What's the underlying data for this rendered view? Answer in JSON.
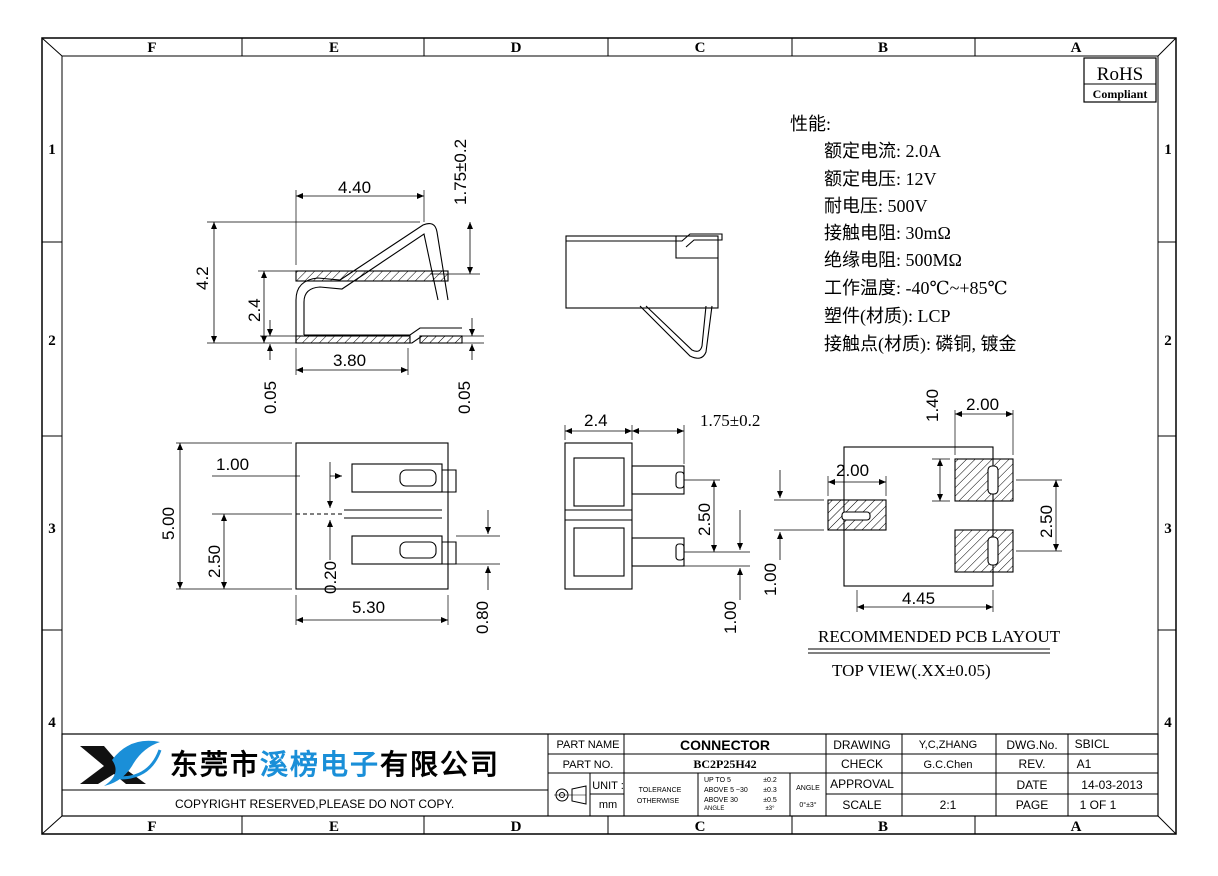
{
  "frame": {
    "columns": [
      "F",
      "E",
      "D",
      "C",
      "B",
      "A"
    ],
    "rows": [
      "1",
      "2",
      "3",
      "4"
    ]
  },
  "rohs": {
    "line1": "RoHS",
    "line2": "Compliant"
  },
  "spec": {
    "heading": "性能:",
    "lines": [
      "额定电流: 2.0A",
      "额定电压: 12V",
      "耐电压: 500V",
      "接触电阻: 30mΩ",
      "绝缘电阻: 500MΩ",
      "工作温度: -40℃~+85℃",
      "塑件(材质): LCP",
      "接触点(材质): 磷铜, 镀金"
    ]
  },
  "dims": {
    "side_width": "4.40",
    "side_height_total": "4.2",
    "side_height_inner": "2.4",
    "side_tol_top": "1.75±0.2",
    "side_base": "3.80",
    "side_thick_left": "0.05",
    "side_thick_right": "0.05",
    "top_gap": "1.00",
    "top_height": "5.00",
    "top_pitch": "2.50",
    "top_slot": "0.20",
    "top_length": "5.30",
    "top_pad": "0.80",
    "front_width": "2.4",
    "front_tol": "1.75±0.2",
    "front_pitch": "2.50",
    "front_pad": "1.00",
    "pcb_pad_h": "1.40",
    "pcb_pad_w_right": "2.00",
    "pcb_pad_w_left": "2.00",
    "pcb_pitch": "2.50",
    "pcb_pad_left_h": "1.00",
    "pcb_span": "4.45"
  },
  "pcb_title": {
    "line1": "RECOMMENDED PCB LAYOUT",
    "line2": "TOP VIEW(.XX±0.05)"
  },
  "title_block": {
    "company": "东莞市溪榜电子有限公司",
    "company_blue": "溪榜电子",
    "copyright": "COPYRIGHT RESERVED,PLEASE DO NOT COPY.",
    "part_name_label": "PART NAME",
    "part_name": "CONNECTOR",
    "part_no_label": "PART NO.",
    "part_no": "BC2P25H42",
    "unit_label": "UNIT :",
    "unit": "mm",
    "tolerance_label": "TOLERANCE",
    "otherwise_label": "OTHERWISE",
    "tol_rows": [
      {
        "range": "UP TO 5",
        "val": "±0.2"
      },
      {
        "range": "ABOVE 5 ~30",
        "val": "±0.3"
      },
      {
        "range": "ABOVE 30",
        "val": "±0.5"
      },
      {
        "range": "ANGLE",
        "val": "±3°"
      }
    ],
    "angle_label": "ANGLE",
    "angle_val": "0°±3°",
    "drawing_label": "DRAWING",
    "drawing": "Y,C,ZHANG",
    "check_label": "CHECK",
    "check": "G.C.Chen",
    "approval_label": "APPROVAL",
    "scale_label": "SCALE",
    "scale": "2:1",
    "dwg_label": "DWG.No.",
    "dwg": "SBICL",
    "rev_label": "REV.",
    "rev": "A1",
    "date_label": "DATE",
    "date": "14-03-2013",
    "page_label": "PAGE",
    "page": "1 OF 1"
  },
  "colors": {
    "line": "#000000",
    "brand_blue": "#1a8fd8",
    "hatch": "#000000"
  }
}
